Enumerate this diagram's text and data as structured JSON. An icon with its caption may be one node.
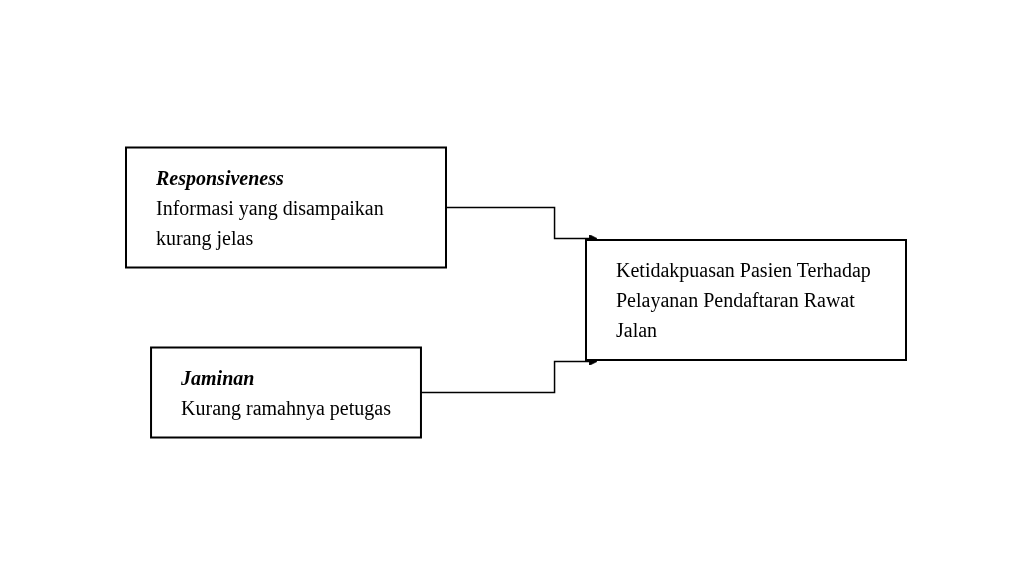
{
  "diagram": {
    "nodes": [
      {
        "text": [
          "Responsiveness",
          "Informasi yang disampaikan kurang jelas"
        ]
      },
      {
        "text": [
          "Jaminan",
          "Kurang ramahnya petugas"
        ]
      },
      {
        "text": [
          "Ketidakpuasan Pasien Terhadap Pelayanan Pendaftaran Rawat Jalan"
        ]
      }
    ],
    "edges": [
      {
        "from": 0,
        "to": 2,
        "arrow": "to"
      },
      {
        "from": 1,
        "to": 2,
        "arrow": "to"
      }
    ]
  }
}
